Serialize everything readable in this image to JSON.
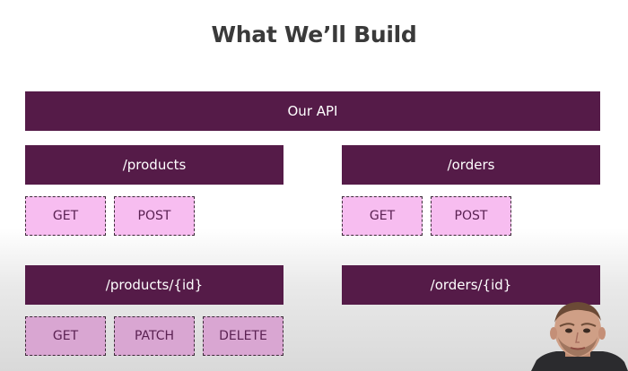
{
  "title": "What We’ll Build",
  "api": {
    "label": "Our API"
  },
  "resources": {
    "products": {
      "label": "/products",
      "methods": [
        "GET",
        "POST"
      ]
    },
    "orders": {
      "label": "/orders",
      "methods": [
        "GET",
        "POST"
      ]
    },
    "product_by_id": {
      "label": "/products/{id}",
      "methods": [
        "GET",
        "PATCH",
        "DELETE"
      ]
    },
    "order_by_id": {
      "label": "/orders/{id}"
    }
  },
  "colors": {
    "bar": "#551b48",
    "method_fill": "#f7bdf0",
    "method_text": "#5a2152",
    "title": "#3a3a3a"
  }
}
